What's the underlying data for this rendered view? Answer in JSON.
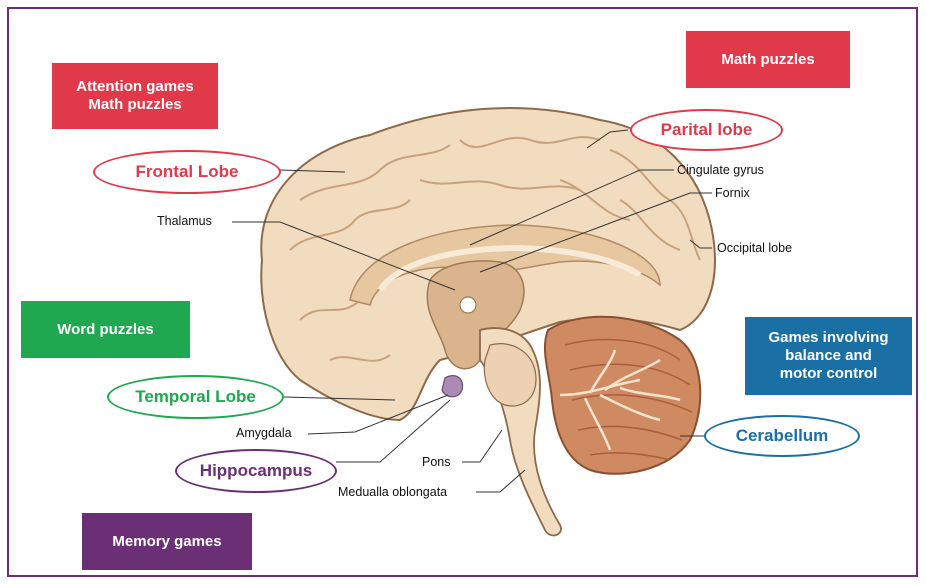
{
  "boxes": {
    "attention": {
      "line1": "Attention games",
      "line2": "Math puzzles",
      "color": "#e03a4a"
    },
    "math": {
      "text": "Math puzzles",
      "color": "#e03a4a"
    },
    "word": {
      "text": "Word puzzles",
      "color": "#1fa84f"
    },
    "balance": {
      "line1": "Games involving",
      "line2": "balance and",
      "line3": "motor control",
      "color": "#1a6fa5"
    },
    "memory": {
      "text": "Memory games",
      "color": "#6a2f74"
    }
  },
  "ovals": {
    "frontal": {
      "text": "Frontal Lobe",
      "color": "#e03a4a"
    },
    "parietal": {
      "text": "Parital lobe",
      "color": "#e03a4a"
    },
    "temporal": {
      "text": "Temporal Lobe",
      "color": "#1fa84f"
    },
    "hippocampus": {
      "text": "Hippocampus",
      "color": "#6a2f74"
    },
    "cerebellum": {
      "text": "Cerabellum",
      "color": "#1a6fa5"
    }
  },
  "labels": {
    "cingulate": "Cingulate gyrus",
    "fornix": "Fornix",
    "thalamus": "Thalamus",
    "occipital": "Occipital lobe",
    "amygdala": "Amygdala",
    "pons": "Pons",
    "medulla": "Medualla oblongata"
  }
}
